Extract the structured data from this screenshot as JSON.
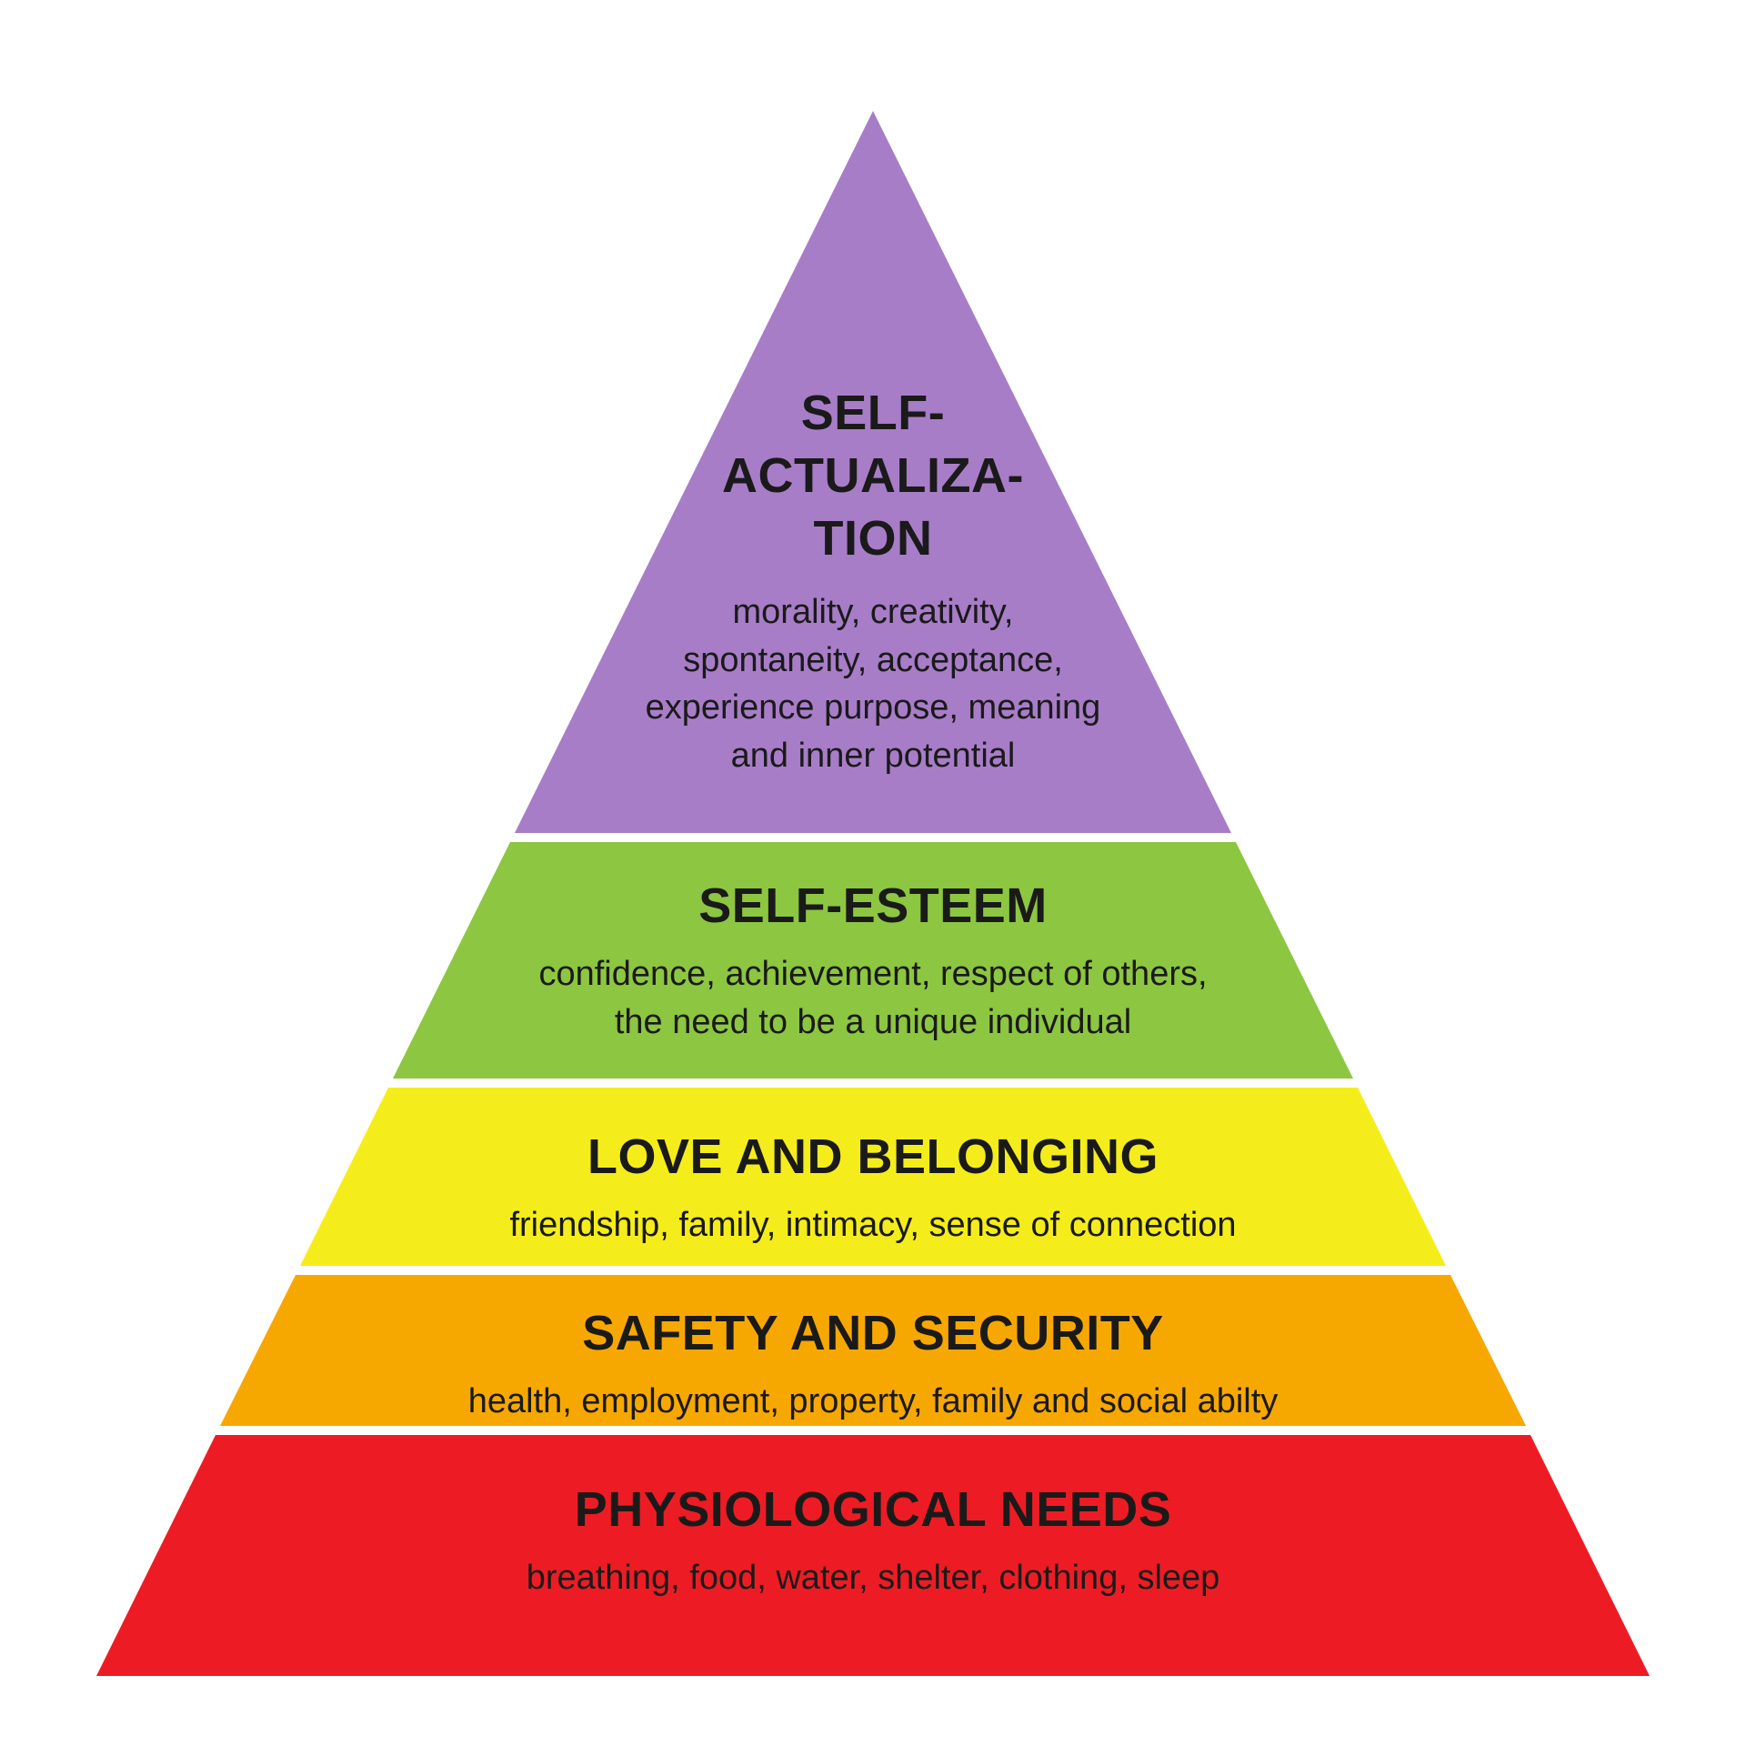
{
  "background": "#ffffff",
  "text_color": "#1a1a1a",
  "diagram_type": "pyramid-hierarchy",
  "levels": [
    {
      "name": "self-actualization",
      "title": "SELF-\nACTUALIZA-\nTION",
      "description": "morality, creativity,\nspontaneity, acceptance,\nexperience purpose, meaning\nand inner potential",
      "color": "#a87dc8"
    },
    {
      "name": "self-esteem",
      "title": "SELF-ESTEEM",
      "description": "confidence, achievement, respect of others,\nthe need to be a unique individual",
      "color": "#8dc641"
    },
    {
      "name": "love-and-belonging",
      "title": "LOVE AND BELONGING",
      "description": "friendship, family, intimacy, sense of connection",
      "color": "#f5ed1b"
    },
    {
      "name": "safety-and-security",
      "title": "SAFETY AND SECURITY",
      "description": "health, employment, property, family and social abilty",
      "color": "#f7a800"
    },
    {
      "name": "physiological-needs",
      "title": "PHYSIOLOGICAL NEEDS",
      "description": "breathing, food, water, shelter, clothing, sleep",
      "color": "#ed1c24"
    }
  ]
}
